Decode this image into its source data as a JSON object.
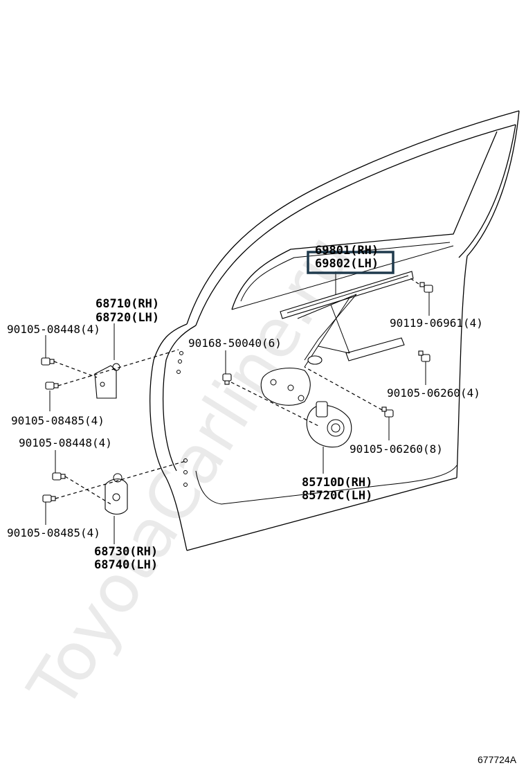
{
  "watermark": "ToyotaCarline.ru",
  "diagram_code": "677724A",
  "highlighted_part": "69802 (LH)",
  "labels": {
    "glass_rh": "69801(RH)",
    "glass_lh": "69802(LH)",
    "bolt_top_right": "90119-06961(4)",
    "hinge_upper_rh": "68710(RH)",
    "hinge_upper_lh": "68720(LH)",
    "bolt_upper_left_a": "90105-08448(4)",
    "bolt_upper_left_b": "90105-08485(4)",
    "bolt_center": "90168-50040(6)",
    "bolt_right_a": "90105-06260(4)",
    "bolt_right_b": "90105-06260(8)",
    "bolt_lower_left_a": "90105-08448(4)",
    "bolt_lower_left_b": "90105-08485(4)",
    "motor_rh": "85710D(RH)",
    "motor_lh": "85720C(LH)",
    "hinge_lower_rh": "68730(RH)",
    "hinge_lower_lh": "68740(LH)"
  }
}
